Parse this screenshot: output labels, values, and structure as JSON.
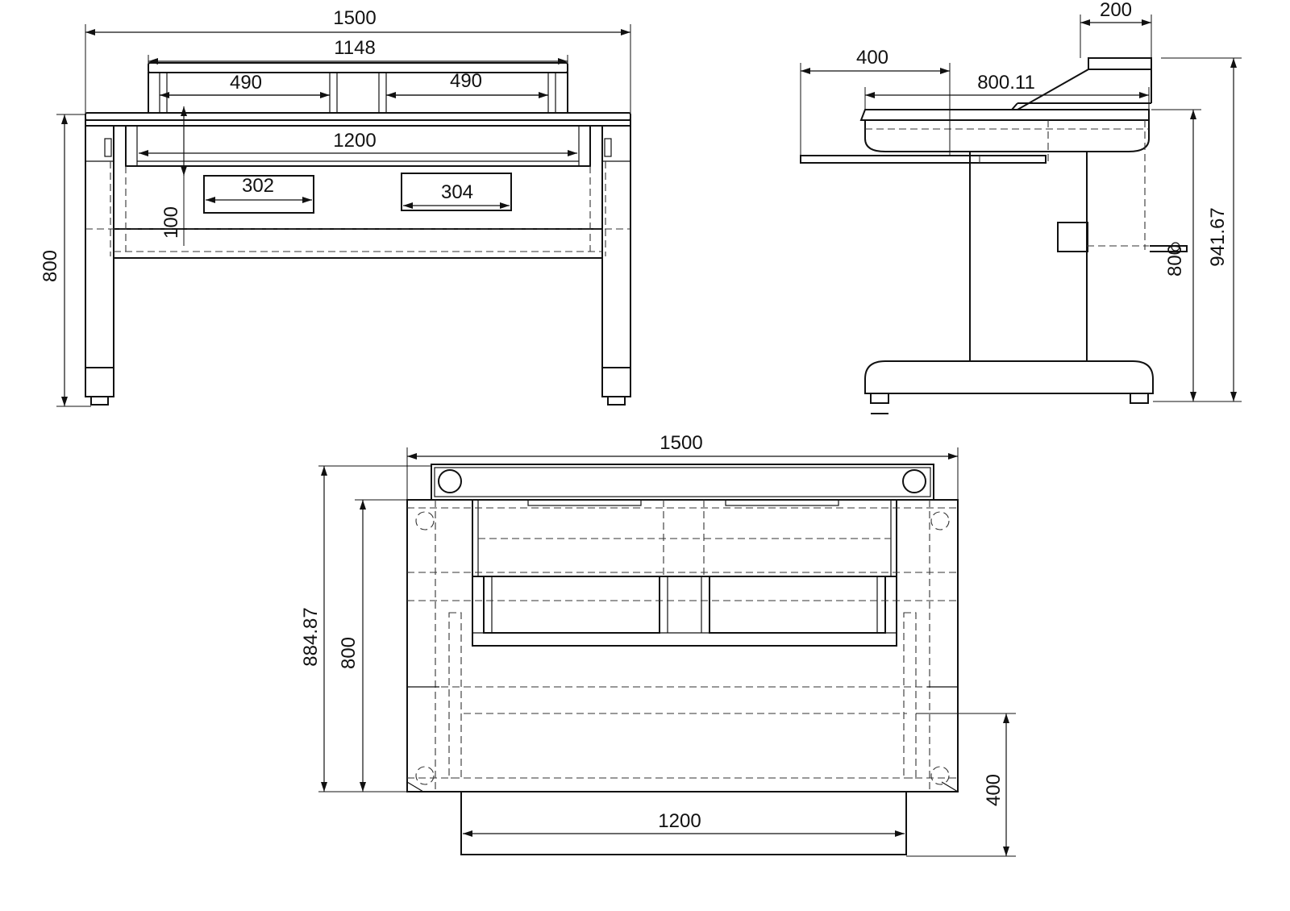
{
  "drawing_title": "Desk technical drawing",
  "front_view": {
    "dim_overall_width": "1500",
    "dim_shelf_width": "1148",
    "dim_shelf_left": "490",
    "dim_shelf_right": "490",
    "dim_inner_width": "1200",
    "dim_drawer_left": "302",
    "dim_drawer_right": "304",
    "dim_drawer_depth": "100",
    "dim_height": "800"
  },
  "side_view": {
    "dim_shelf_depth": "200",
    "dim_tray_depth": "400",
    "dim_top_depth": "800.11",
    "dim_desk_height": "800",
    "dim_total_height": "941.67"
  },
  "top_view": {
    "dim_overall_width": "1500",
    "dim_total_depth": "884.87",
    "dim_top_depth": "800",
    "dim_tray_width": "1200",
    "dim_tray_depth": "400"
  }
}
